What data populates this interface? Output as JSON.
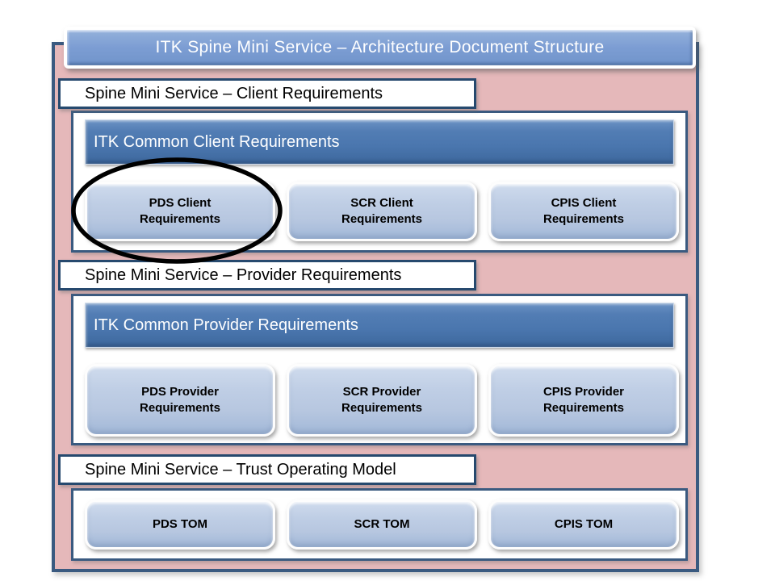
{
  "banner": {
    "title": "ITK Spine Mini Service – Architecture Document Structure"
  },
  "sections": [
    {
      "label": "Spine Mini Service – Client Requirements",
      "header": "ITK Common Client Requirements",
      "boxes": [
        {
          "label": "PDS Client\nRequirements",
          "highlighted": true
        },
        {
          "label": "SCR Client\nRequirements",
          "highlighted": false
        },
        {
          "label": "CPIS Client\nRequirements",
          "highlighted": false
        }
      ]
    },
    {
      "label": "Spine Mini Service – Provider Requirements",
      "header": "ITK Common Provider Requirements",
      "boxes": [
        {
          "label": "PDS Provider\nRequirements",
          "highlighted": false
        },
        {
          "label": "SCR Provider\nRequirements",
          "highlighted": false
        },
        {
          "label": "CPIS Provider\nRequirements",
          "highlighted": false
        }
      ]
    },
    {
      "label": "Spine Mini Service – Trust Operating Model",
      "header": null,
      "boxes": [
        {
          "label": "PDS TOM",
          "highlighted": false
        },
        {
          "label": "SCR TOM",
          "highlighted": false
        },
        {
          "label": "CPIS TOM",
          "highlighted": false
        }
      ]
    }
  ],
  "annotation": {
    "type": "ellipse-highlight",
    "target": "PDS Client Requirements",
    "stroke": "#000000"
  },
  "colors": {
    "frame-fill": "#e5b8ba",
    "frame-border": "#3a5a80",
    "label-border": "#26496e",
    "banner-blue": "#7c9dd3",
    "header-blue": "#4a76ae",
    "box-blue": "#b7c7e0",
    "text-light": "#ffffff"
  }
}
